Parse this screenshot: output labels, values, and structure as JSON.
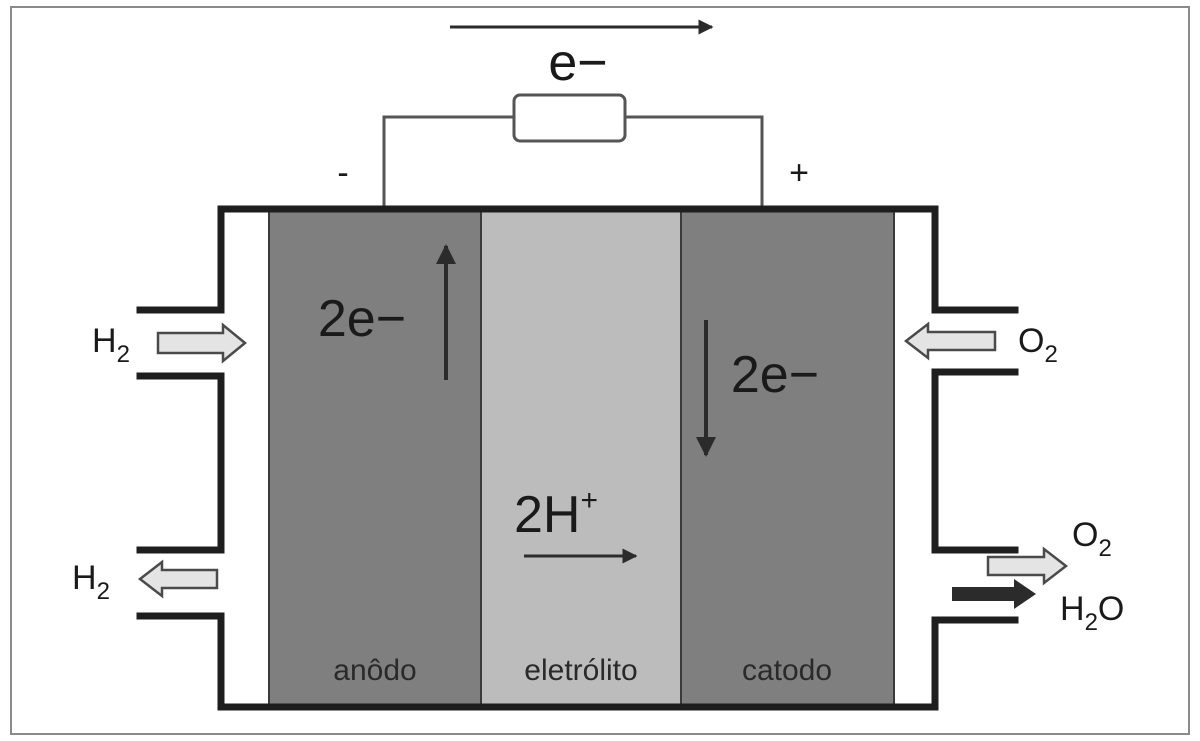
{
  "external_circuit": {
    "electron_label": "e−",
    "negative_terminal": "-",
    "positive_terminal": "+"
  },
  "anode": {
    "label": "anôdo",
    "electron_label": "2e−"
  },
  "electrolyte": {
    "label": "eletrólito",
    "ion_label": "2H",
    "ion_charge": "+"
  },
  "cathode": {
    "label": "catodo",
    "electron_label": "2e−"
  },
  "inlets_outlets": {
    "h2_in": {
      "formula": "H",
      "subscript": "2"
    },
    "h2_out": {
      "formula": "H",
      "subscript": "2"
    },
    "o2_in": {
      "formula": "O",
      "subscript": "2"
    },
    "o2_out": {
      "formula": "O",
      "subscript": "2"
    },
    "h2o_out": {
      "prefix": "H",
      "subscript": "2",
      "suffix": "O"
    }
  },
  "colors": {
    "electrode": "#7f7f7f",
    "electrolyte": "#bcbcbc",
    "frame": "#1e1e1e",
    "arrow": "#2b2b2b"
  }
}
